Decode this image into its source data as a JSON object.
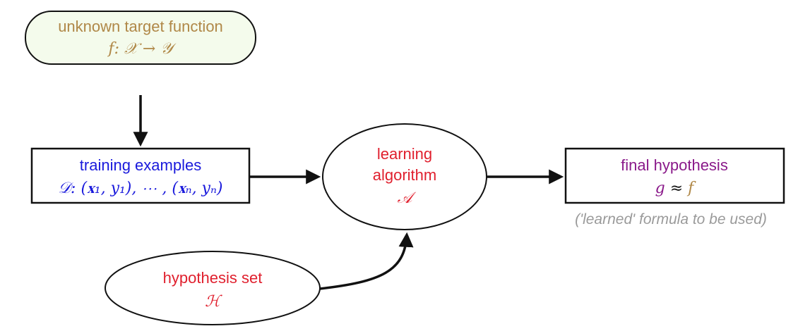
{
  "colors": {
    "target": "#b08848",
    "training": "#1a1adc",
    "algorithm": "#e0202e",
    "hypothesis_set": "#e0202e",
    "final": "#8a1a8a",
    "note": "#9a9a9a",
    "outline": "#111111",
    "target_fill": "#f4fbec"
  },
  "target": {
    "title": "unknown target function",
    "formula": "f: 𝒳 → 𝒴"
  },
  "training": {
    "title": "training examples",
    "formula": "𝒟: (𝐱₁, y₁), ⋯ , (𝐱ₙ, yₙ)"
  },
  "algorithm": {
    "line1": "learning",
    "line2": "algorithm",
    "symbol": "𝒜"
  },
  "final": {
    "title": "final hypothesis",
    "formula_g": "g",
    "formula_approx": " ≈ ",
    "formula_f": "f",
    "note": "('learned' formula to be used)"
  },
  "hypothesis_set": {
    "title": "hypothesis set",
    "symbol": "ℋ"
  }
}
